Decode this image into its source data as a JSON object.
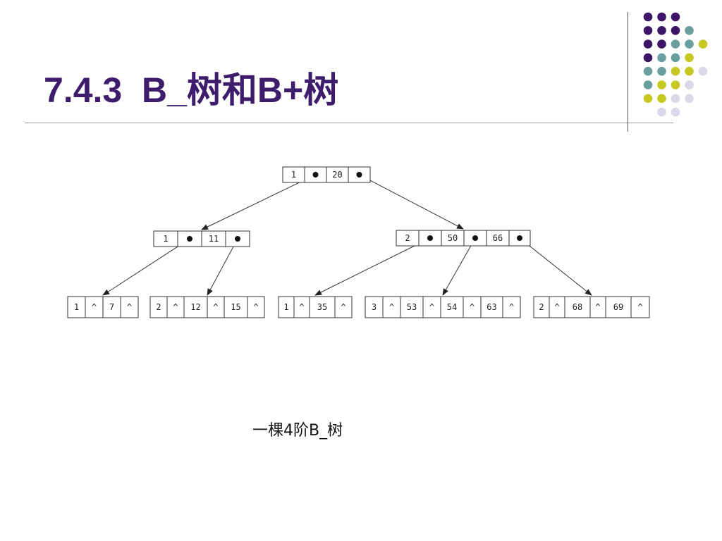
{
  "slide": {
    "title": "7.4.3  B_树和B+树",
    "caption": "一棵4阶B_树"
  },
  "colors": {
    "title": "#3d1d6b",
    "dot_purple": "#3d1567",
    "dot_teal": "#6b9e9e",
    "dot_yellow": "#c8c822",
    "dot_lavender": "#d9d9ea"
  },
  "decoration": {
    "dot_grid_rows": [
      [
        "purple",
        "purple",
        "purple"
      ],
      [
        "purple",
        "purple",
        "purple",
        "teal"
      ],
      [
        "purple",
        "purple",
        "teal",
        "teal",
        "yellow"
      ],
      [
        "purple",
        "teal",
        "teal",
        "yellow"
      ],
      [
        "teal",
        "teal",
        "yellow",
        "yellow",
        "lavender"
      ],
      [
        "teal",
        "yellow",
        "yellow",
        "lavender"
      ],
      [
        "yellow",
        "yellow",
        "lavender",
        "lavender"
      ],
      [
        "lavender",
        "lavender"
      ]
    ]
  },
  "tree": {
    "null_symbol": "^",
    "pointer_symbol": "dot",
    "nodes": [
      {
        "id": "root",
        "level": 0,
        "cells": [
          "1",
          "•",
          "20",
          "•"
        ]
      },
      {
        "id": "left",
        "level": 1,
        "cells": [
          "1",
          "•",
          "11",
          "•"
        ]
      },
      {
        "id": "right",
        "level": 1,
        "cells": [
          "2",
          "•",
          "50",
          "•",
          "66",
          "•"
        ]
      },
      {
        "id": "leaf1",
        "level": 2,
        "cells": [
          "1",
          "^",
          "7",
          "^"
        ]
      },
      {
        "id": "leaf2",
        "level": 2,
        "cells": [
          "2",
          "^",
          "12",
          "^",
          "15",
          "^"
        ]
      },
      {
        "id": "leaf3",
        "level": 2,
        "cells": [
          "1",
          "^",
          "35",
          "^"
        ]
      },
      {
        "id": "leaf4",
        "level": 2,
        "cells": [
          "3",
          "^",
          "53",
          "^",
          "54",
          "^",
          "63",
          "^"
        ]
      },
      {
        "id": "leaf5",
        "level": 2,
        "cells": [
          "2",
          "^",
          "68",
          "^",
          "69",
          "^"
        ]
      }
    ],
    "edges": [
      {
        "from": "root",
        "cell": 1,
        "to": "left"
      },
      {
        "from": "root",
        "cell": 3,
        "to": "right"
      },
      {
        "from": "left",
        "cell": 1,
        "to": "leaf1"
      },
      {
        "from": "left",
        "cell": 3,
        "to": "leaf2"
      },
      {
        "from": "right",
        "cell": 1,
        "to": "leaf3"
      },
      {
        "from": "right",
        "cell": 3,
        "to": "leaf4"
      },
      {
        "from": "right",
        "cell": 5,
        "to": "leaf5"
      }
    ]
  }
}
